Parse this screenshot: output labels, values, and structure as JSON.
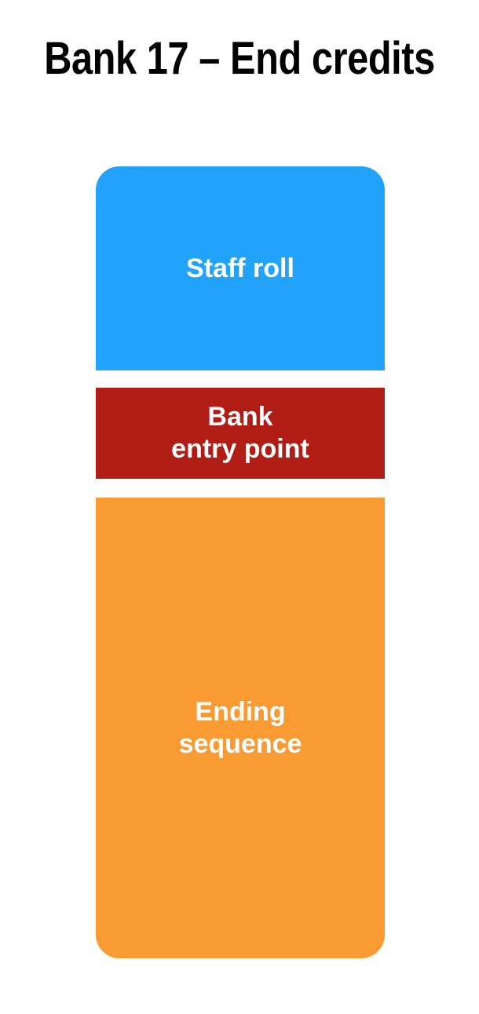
{
  "page": {
    "title": "Bank 17 – End credits",
    "background_color": "#ffffff",
    "title_color": "#000000"
  },
  "memory_map": {
    "blocks": [
      {
        "id": "staff-roll",
        "label": "Staff roll",
        "color": "#21a3fc",
        "text_color": "#ffffff",
        "corners": "rounded-top"
      },
      {
        "id": "bank-entry-point",
        "label": "Bank\nentry point",
        "color": "#b01d15",
        "text_color": "#ffffff",
        "corners": "square"
      },
      {
        "id": "ending-sequence",
        "label": "Ending\nsequence",
        "color": "#fa9a33",
        "text_color": "#ffffff",
        "corners": "rounded-bottom"
      }
    ]
  }
}
